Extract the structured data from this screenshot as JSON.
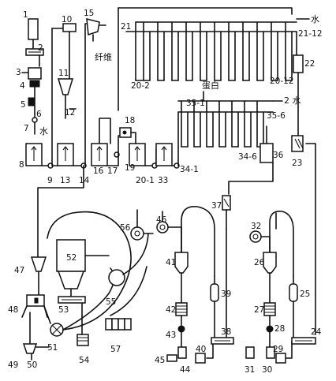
{
  "labels": {
    "n1": "1",
    "n2": "2",
    "n3": "3",
    "n4": "4",
    "n5": "5",
    "n6": "6",
    "n7": "7",
    "n8": "8",
    "n9": "9",
    "n10": "10",
    "n11": "11",
    "n12": "12",
    "n13": "13",
    "n14": "14",
    "n15": "15",
    "n16": "16",
    "n17": "17",
    "n18": "18",
    "n19": "19",
    "n20_1": "20-1",
    "n20_2": "20-2",
    "n20_12": "20-12",
    "n21": "21",
    "n21_12": "21-12",
    "n22": "22",
    "n23": "23",
    "n24": "24",
    "n25": "25",
    "n26": "26",
    "n27": "27",
    "n28": "28",
    "n29": "29",
    "n30": "30",
    "n31": "31",
    "n32": "32",
    "n33": "33",
    "n34_1": "34-1",
    "n34_6": "34-6",
    "n35_1": "35-1",
    "n35_6": "35-6",
    "n36": "36",
    "n37": "37",
    "n38": "38",
    "n39": "39",
    "n40": "40",
    "n41": "41",
    "n42": "42",
    "n43": "43",
    "n44": "44",
    "n45": "45",
    "n46": "46",
    "n47": "47",
    "n48": "48",
    "n49": "49",
    "n50": "50",
    "n51": "51",
    "n52": "52",
    "n53": "53",
    "n54": "54",
    "n55": "55",
    "n56": "56",
    "n57": "57"
  },
  "annotations": {
    "water_top": "水",
    "water_mid": "2 水",
    "water_left": "水",
    "fiber": "纤维",
    "protein": "蛋白"
  }
}
